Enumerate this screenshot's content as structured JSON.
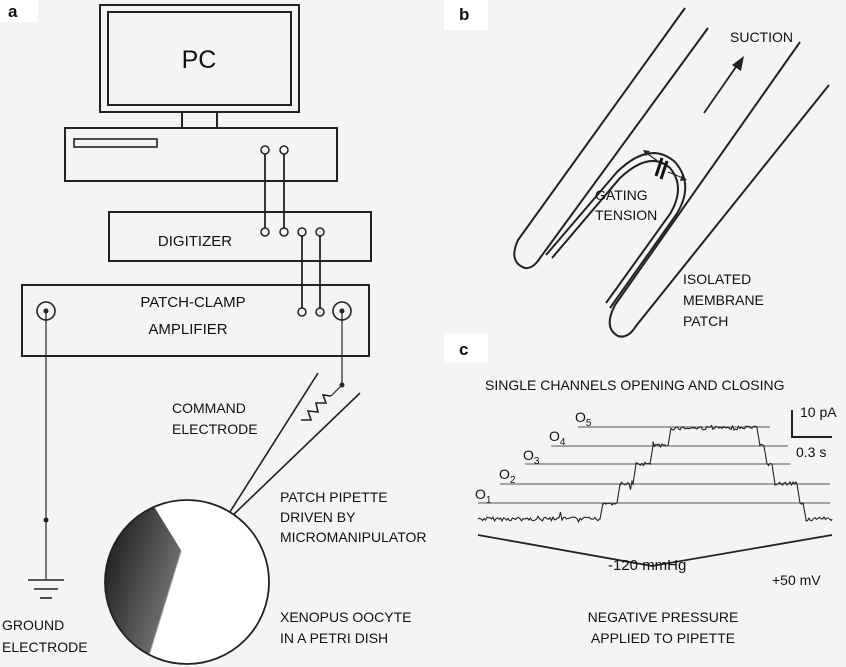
{
  "panels": {
    "a": "a",
    "b": "b",
    "c": "c"
  },
  "panel_a": {
    "pc": "PC",
    "digitizer": "DIGITIZER",
    "amplifier_line1": "PATCH-CLAMP",
    "amplifier_line2": "AMPLIFIER",
    "command_line1": "COMMAND",
    "command_line2": "ELECTRODE",
    "pipette_line1": "PATCH PIPETTE",
    "pipette_line2": "DRIVEN BY",
    "pipette_line3": "MICROMANIPULATOR",
    "ground_line1": "GROUND",
    "ground_line2": "ELECTRODE",
    "oocyte_line1": "XENOPUS OOCYTE",
    "oocyte_line2": "IN A PETRI DISH"
  },
  "panel_b": {
    "suction": "SUCTION",
    "gating_line1": "GATING",
    "gating_line2": "TENSION",
    "patch_line1": "ISOLATED",
    "patch_line2": "MEMBRANE",
    "patch_line3": "PATCH"
  },
  "panel_c": {
    "title": "SINGLE CHANNELS OPENING AND CLOSING",
    "levels": [
      {
        "base": "O",
        "sub": "1"
      },
      {
        "base": "O",
        "sub": "2"
      },
      {
        "base": "O",
        "sub": "3"
      },
      {
        "base": "O",
        "sub": "4"
      },
      {
        "base": "O",
        "sub": "5"
      }
    ],
    "scale_current": "10 pA",
    "scale_time": "0.3 s",
    "pressure": "-120 mmHg",
    "voltage": "+50 mV",
    "bottom_line1": "NEGATIVE PRESSURE",
    "bottom_line2": "APPLIED TO PIPETTE"
  }
}
